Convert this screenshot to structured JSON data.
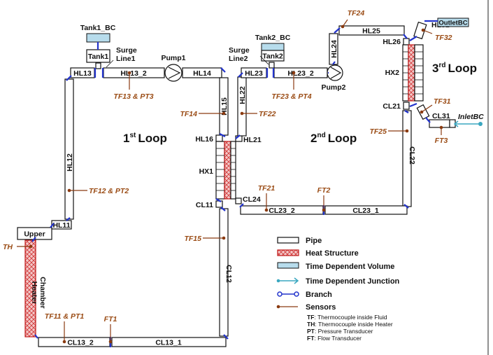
{
  "components": {
    "tank1_bc": "Tank1_BC",
    "tank1": "Tank1",
    "surge_line1_a": "Surge",
    "surge_line1_b": "Line1",
    "pump1": "Pump1",
    "hl13": "HL13",
    "hl13_2": "HL13_2",
    "hl14": "HL14",
    "hl15": "HL15",
    "hl16": "HL16",
    "hl12": "HL12",
    "hl11": "HL11",
    "upper": "Upper",
    "heater_chamber_a": "Heater",
    "heater_chamber_b": "Chamber",
    "cl13_1": "CL13_1",
    "cl13_2": "CL13_2",
    "cl12": "CL12",
    "cl11": "CL11",
    "hx1": "HX1",
    "tank2_bc": "Tank2_BC",
    "tank2": "Tank2",
    "surge_line2_a": "Surge",
    "surge_line2_b": "Line2",
    "pump2": "Pump2",
    "hl21": "HL21",
    "hl22": "HL22",
    "hl23": "HL23",
    "hl23_2": "HL23_2",
    "hl24": "HL24",
    "hl25": "HL25",
    "hl26": "HL26",
    "cl21": "CL21",
    "cl22": "CL22",
    "cl23_1": "CL23_1",
    "cl23_2": "CL23_2",
    "cl24": "CL24",
    "hx2": "HX2",
    "hl31": "HL31",
    "outlet_bc": "OutletBC",
    "cl31": "CL31",
    "inlet_bc": "InletBC"
  },
  "loops": {
    "loop1_num": "1",
    "loop1_sup": "st",
    "loop1_word": "Loop",
    "loop2_num": "2",
    "loop2_sup": "nd",
    "loop2_word": "Loop",
    "loop3_num": "3",
    "loop3_sup": "rd",
    "loop3_word": "Loop"
  },
  "sensors": {
    "tf24": "TF24",
    "tf32": "TF32",
    "tf13_pt3": "TF13 & PT3",
    "tf23_pt4": "TF23 & PT4",
    "tf14": "TF14",
    "tf22": "TF22",
    "tf31": "TF31",
    "tf25": "TF25",
    "ft3": "FT3",
    "tf12_pt2": "TF12 & PT2",
    "tf21": "TF21",
    "ft2": "FT2",
    "tf15": "TF15",
    "th": "TH",
    "tf11_pt1": "TF11 & PT1",
    "ft1": "FT1"
  },
  "legend": {
    "pipe": "Pipe",
    "heat_structure": "Heat Structure",
    "time_dependent_volume": "Time Dependent Volume",
    "time_dependent_junction": "Time Dependent Junction",
    "branch": "Branch",
    "sensors": "Sensors",
    "notes": {
      "tf_abbr": "TF",
      "tf_text": ": Thermocouple inside Fluid",
      "th_abbr": "TH",
      "th_text": ": Thermocouple inside Heater",
      "pt_abbr": "PT",
      "pt_text": ": Pressure Transducer",
      "ft_abbr": "FT",
      "ft_text": ": Flow Transducer"
    }
  },
  "colors": {
    "heat_structure": "#e06060",
    "time_dependent_volume": "#b7dcec",
    "junction": "#2233cc",
    "time_dependent_junction": "#3aa7c0",
    "sensor": "#8a3a10"
  }
}
